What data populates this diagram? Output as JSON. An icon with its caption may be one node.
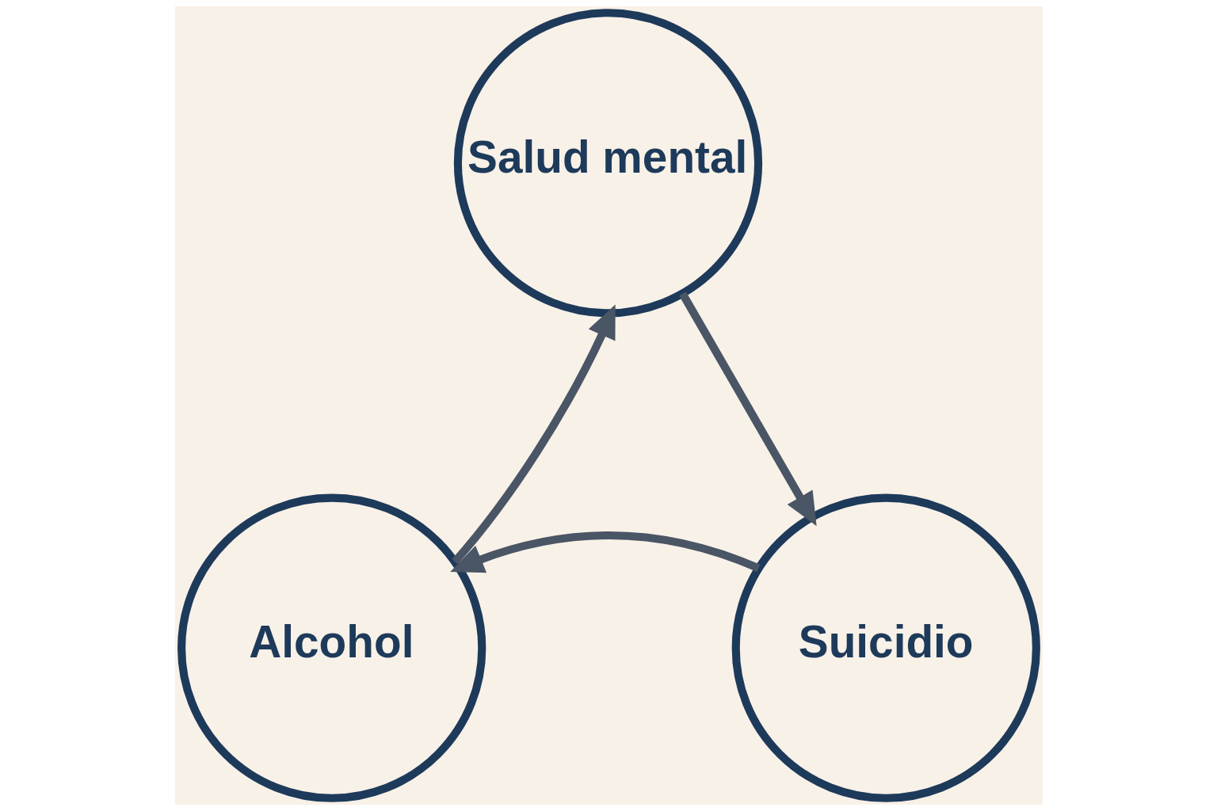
{
  "diagram": {
    "nodes": [
      {
        "text": [
          "Salud mental"
        ]
      },
      {
        "text": [
          "Alcohol"
        ]
      },
      {
        "text": [
          "Suicidio"
        ]
      }
    ],
    "edges": [
      {
        "from": 1,
        "to": 0,
        "arrow": "to"
      },
      {
        "from": 0,
        "to": 2,
        "arrow": "to"
      },
      {
        "from": 2,
        "to": 1,
        "arrow": "to"
      }
    ]
  }
}
